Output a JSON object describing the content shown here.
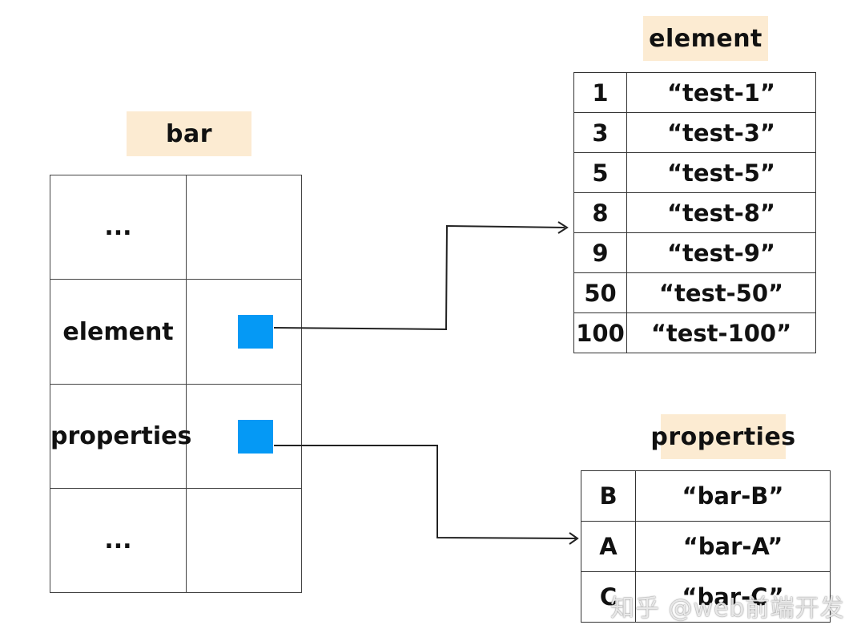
{
  "bar": {
    "title": "bar",
    "rows": [
      {
        "key": "..."
      },
      {
        "key": "element"
      },
      {
        "key": "properties"
      },
      {
        "key": "..."
      }
    ]
  },
  "element": {
    "title": "element",
    "rows": [
      {
        "index": "1",
        "value": "“test-1”"
      },
      {
        "index": "3",
        "value": "“test-3”"
      },
      {
        "index": "5",
        "value": "“test-5”"
      },
      {
        "index": "8",
        "value": "“test-8”"
      },
      {
        "index": "9",
        "value": "“test-9”"
      },
      {
        "index": "50",
        "value": "“test-50”"
      },
      {
        "index": "100",
        "value": "“test-100”"
      }
    ]
  },
  "properties": {
    "title": "properties",
    "rows": [
      {
        "key": "B",
        "value": "“bar-B”"
      },
      {
        "key": "A",
        "value": "“bar-A”"
      },
      {
        "key": "C",
        "value": "“bar-C”"
      }
    ]
  },
  "watermark": "知乎 @web前端开发",
  "colors": {
    "pointer": "#0599f5",
    "label_bg": "#fcebd2"
  }
}
